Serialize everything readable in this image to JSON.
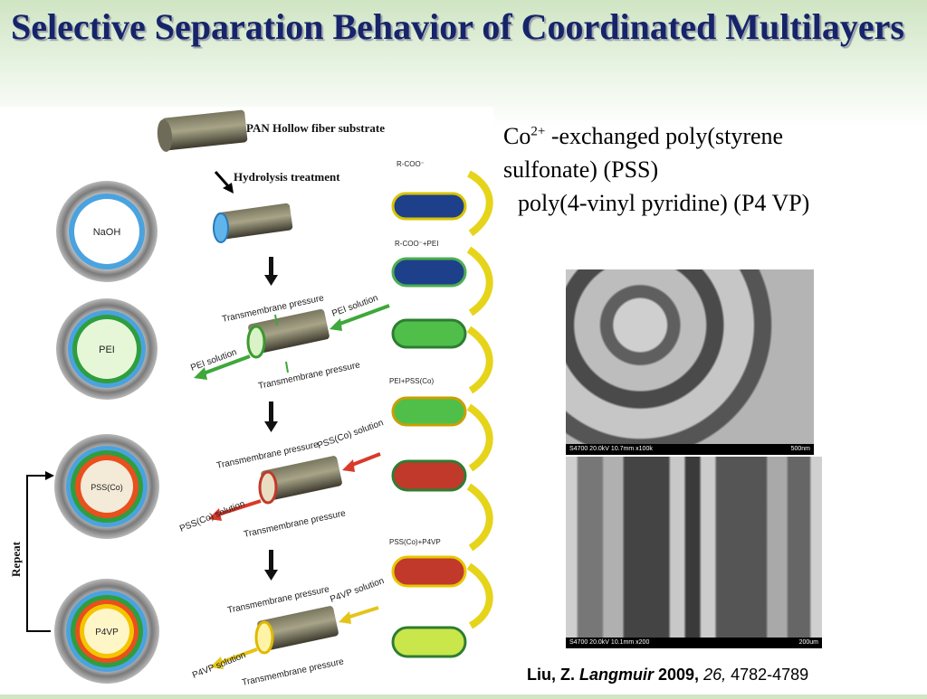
{
  "slide": {
    "title": "Selective Separation Behavior of Coordinated Multilayers"
  },
  "text_block": {
    "line1_prefix": "Co",
    "line1_sup": "2+",
    "line1_rest": " -exchanged poly(styrene",
    "line2": "sulfonate) (PSS)",
    "line3": "poly(4-vinyl pyridine) (P4 VP)"
  },
  "figure": {
    "substrate_label": "PAN Hollow fiber substrate",
    "hydrolysis_label": "Hydrolysis treatment",
    "repeat_label": "Repeat",
    "cross_sections": [
      "NaOH",
      "PEI",
      "PSS(Co)",
      "P4VP"
    ],
    "pei_solution": "PEI solution",
    "pei_solution_out": "PEI solution",
    "pss_solution": "PSS(Co) solution",
    "pss_solution_out": "PSS(Co) solution",
    "p4vp_solution": "P4VP solution",
    "p4vp_solution_out": "P4VP solution",
    "transmembrane": "Transmembrane pressure",
    "chem_labels": [
      "R-COO⁻",
      "R-COO⁻+PEI",
      "PEI+PSS(Co)",
      "PSS(Co)+P4VP"
    ]
  },
  "sem_top": {
    "info": "S4700 20.0kV 10.7mm x100k",
    "scale": "500nm"
  },
  "sem_bottom": {
    "info": "S4700 20.0kV 10.1mm x200",
    "scale": "200um"
  },
  "citation": {
    "author": "Liu, Z. ",
    "journal": "Langmuir",
    "year": " 2009,",
    "volume": " 26,",
    "pages": " 4782-4789"
  },
  "colors": {
    "title": "#16246a",
    "naoh_ring": "#4aa3df",
    "pei_ring": "#2e9e3e",
    "pss_ring": "#e8501d",
    "p4vp_ring": "#f5c400",
    "arrow_yellow": "#e6d41a"
  }
}
